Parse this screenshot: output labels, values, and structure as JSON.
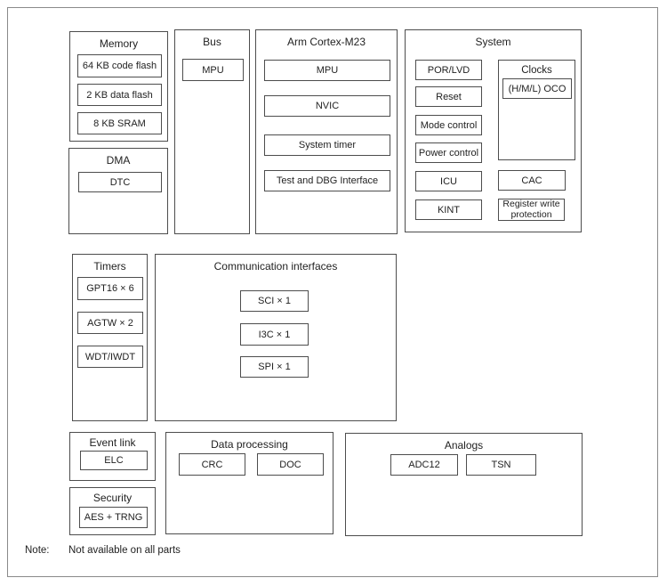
{
  "groups": {
    "memory": {
      "title": "Memory",
      "items": [
        "64 KB code flash",
        "2 KB data flash",
        "8 KB SRAM"
      ]
    },
    "dma": {
      "title": "DMA",
      "items": [
        "DTC"
      ]
    },
    "bus": {
      "title": "Bus",
      "items": [
        "MPU"
      ]
    },
    "cortex": {
      "title": "Arm Cortex-M23",
      "items": [
        "MPU",
        "NVIC",
        "System timer",
        "Test and DBG Interface"
      ]
    },
    "system": {
      "title": "System",
      "items": [
        "POR/LVD",
        "Reset",
        "Mode control",
        "Power control",
        "ICU",
        "KINT"
      ],
      "clocks": {
        "title": "Clocks",
        "items": [
          "(H/M/L) OCO"
        ]
      },
      "cac": "CAC",
      "reg_write": "Register write protection"
    },
    "timers": {
      "title": "Timers",
      "items": [
        "GPT16 × 6",
        "AGTW × 2",
        "WDT/IWDT"
      ]
    },
    "comm": {
      "title": "Communication interfaces",
      "items": [
        "SCI × 1",
        "I3C × 1",
        "SPI × 1"
      ]
    },
    "event_link": {
      "title": "Event link",
      "items": [
        "ELC"
      ]
    },
    "security": {
      "title": "Security",
      "items": [
        "AES + TRNG"
      ]
    },
    "data_processing": {
      "title": "Data processing",
      "items": [
        "CRC",
        "DOC"
      ]
    },
    "analogs": {
      "title": "Analogs",
      "items": [
        "ADC12",
        "TSN"
      ]
    }
  },
  "note": {
    "label": "Note:",
    "text": "Not available on all parts"
  },
  "colors": {
    "border": "#4d4d4d",
    "frame": "#8a8a8a",
    "background": "#ffffff",
    "text": "#1f1f1f"
  }
}
